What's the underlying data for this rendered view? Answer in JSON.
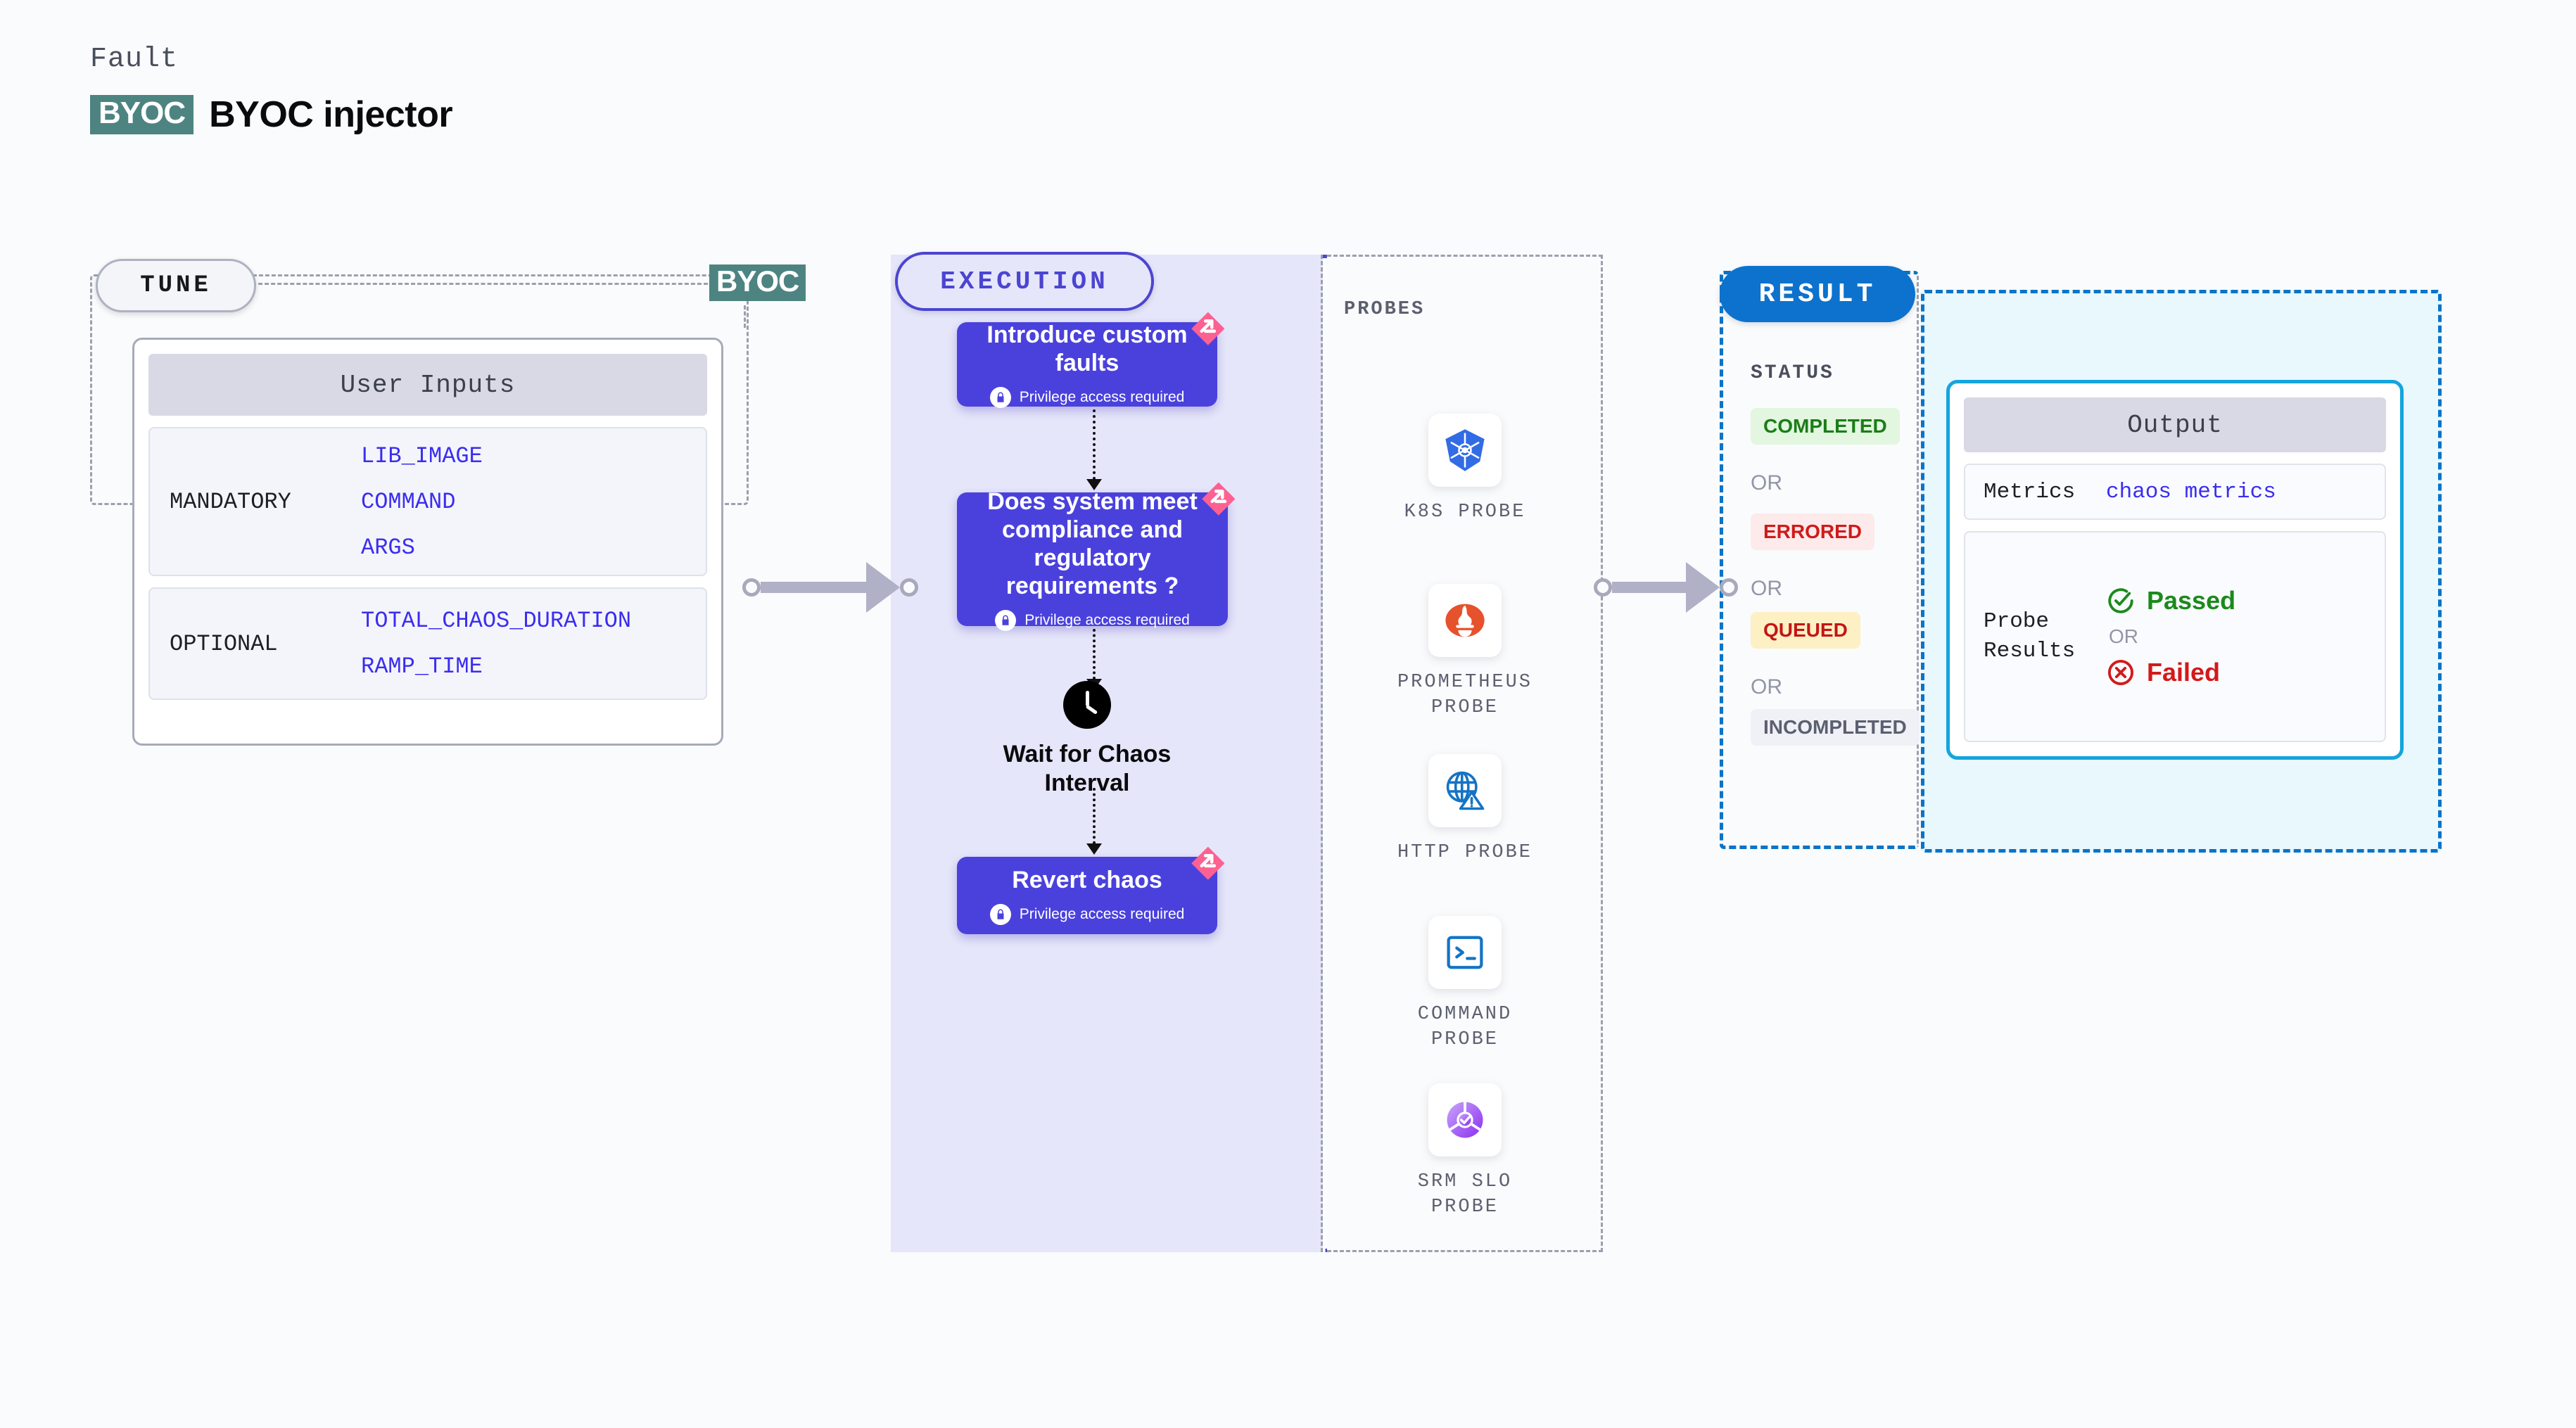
{
  "header": {
    "eyebrow": "Fault",
    "chip": "BYOC",
    "title": "BYOC injector"
  },
  "tune": {
    "stage_label": "TUNE",
    "edge_chip": "BYOC",
    "card_title": "User Inputs",
    "groups": [
      {
        "label": "MANDATORY",
        "values": [
          "LIB_IMAGE",
          "COMMAND",
          "ARGS"
        ]
      },
      {
        "label": "OPTIONAL",
        "values": [
          "TOTAL_CHAOS_DURATION",
          "RAMP_TIME"
        ]
      }
    ]
  },
  "execution": {
    "stage_label": "EXECUTION",
    "privilege_note": "Privilege access required",
    "nodes": [
      {
        "title": "Introduce custom faults",
        "privileged": true
      },
      {
        "title": "Does system meet compliance and regulatory requirements ?",
        "privileged": true
      },
      {
        "title": "Revert chaos",
        "privileged": true
      }
    ],
    "wait_node": {
      "icon": "clock-icon",
      "label": "Wait for Chaos Interval"
    }
  },
  "probes": {
    "title": "PROBES",
    "items": [
      {
        "label": "K8S PROBE",
        "icon": "kubernetes-icon"
      },
      {
        "label": "PROMETHEUS PROBE",
        "icon": "prometheus-icon"
      },
      {
        "label": "HTTP PROBE",
        "icon": "http-globe-warning-icon"
      },
      {
        "label": "COMMAND PROBE",
        "icon": "terminal-icon"
      },
      {
        "label": "SRM SLO PROBE",
        "icon": "srm-slo-icon"
      }
    ]
  },
  "result": {
    "stage_label": "RESULT",
    "status_title": "STATUS",
    "or_label": "OR",
    "statuses": [
      {
        "label": "COMPLETED",
        "bg": "#e2f6e0",
        "fg": "#1b7d17"
      },
      {
        "label": "ERRORED",
        "bg": "#fdeaea",
        "fg": "#cf1a1a"
      },
      {
        "label": "QUEUED",
        "bg": "#fdf0c4",
        "fg": "#c31616"
      },
      {
        "label": "INCOMPLETED",
        "bg": "#f0f1f7",
        "fg": "#5b6070"
      }
    ],
    "output": {
      "title": "Output",
      "metrics_key": "Metrics",
      "metrics_value": "chaos metrics",
      "probe_results_key": "Probe Results",
      "passed_label": "Passed",
      "failed_label": "Failed",
      "or_label": "OR"
    }
  },
  "colors": {
    "byoc_teal": "#4d8481",
    "execution_indigo": "#4b45d1",
    "result_blue": "#0c72cd",
    "output_cyan": "#14a5dd",
    "node_purple": "#4a41dd",
    "badge_pink": "#fc6191",
    "value_blue": "#3b2df0"
  }
}
